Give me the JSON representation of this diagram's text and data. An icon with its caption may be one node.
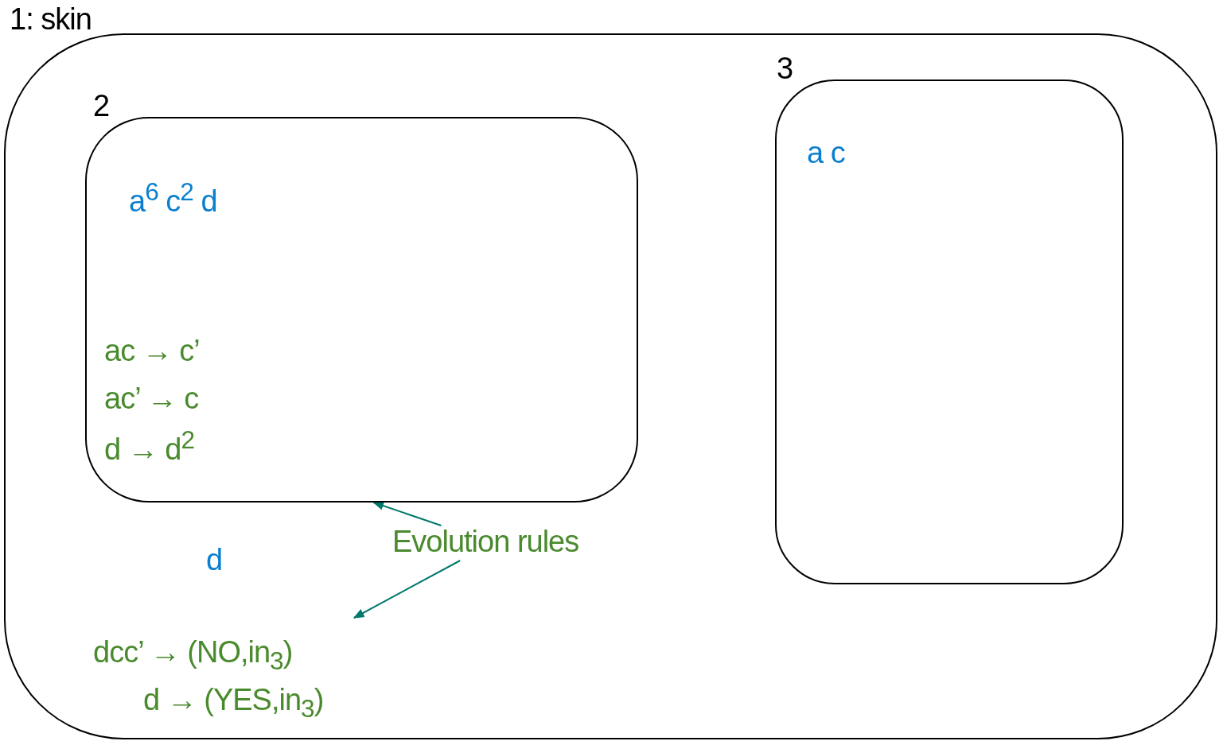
{
  "diagram": {
    "nodes": [
      {
        "text": [
          "1: skin",
          "d",
          "dcc’ → (NO,in$_{3}$)",
          "d → (YES,in$_{3}$)"
        ]
      },
      {
        "text": [
          "2",
          "a$^{6}$ c$^{2}$ d",
          "ac → c’",
          "ac’ → c",
          "d → d$^{2}$"
        ],
        "in": 0
      },
      {
        "text": [
          "3",
          "a c"
        ],
        "in": 0
      },
      {
        "text": [
          "Evolution rules"
        ],
        "in": 0
      }
    ],
    "edges": [
      {
        "from": 3,
        "to": 1,
        "arrow": "to"
      },
      {
        "from": 3,
        "to": null,
        "arrow": "to"
      }
    ]
  }
}
